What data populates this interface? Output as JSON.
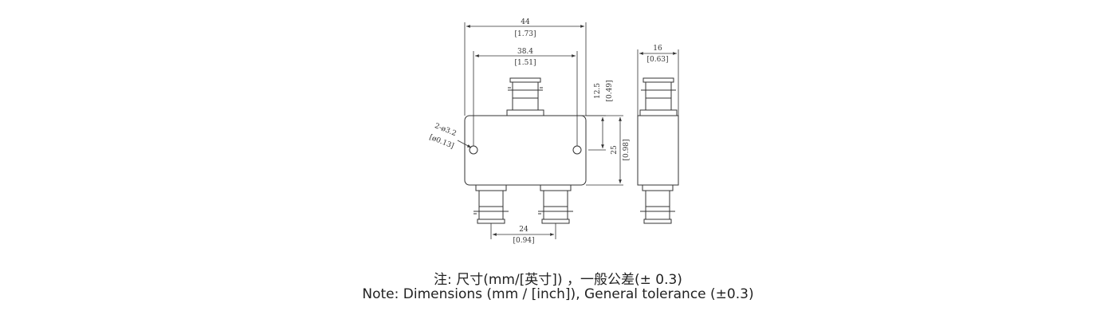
{
  "dimensions": {
    "overall_width": {
      "mm": "44",
      "inch": "[1.73]"
    },
    "hole_spacing": {
      "mm": "38.4",
      "inch": "[1.51]"
    },
    "top_connector_height": {
      "mm": "12.5",
      "inch": "[0.49]"
    },
    "body_height": {
      "mm": "25",
      "inch": "[0.98]"
    },
    "side_width": {
      "mm": "16",
      "inch": "[0.63]"
    },
    "bottom_connector_spacing": {
      "mm": "24",
      "inch": "[0.94]"
    },
    "mounting_holes": {
      "mm": "2-ø3.2",
      "inch": "[ø0.13]"
    }
  },
  "notes": {
    "chinese": "注: 尺寸(mm/[英寸]) ，一般公差(± 0.3)",
    "english": "Note: Dimensions (mm / [inch]), General tolerance (±0.3)"
  }
}
